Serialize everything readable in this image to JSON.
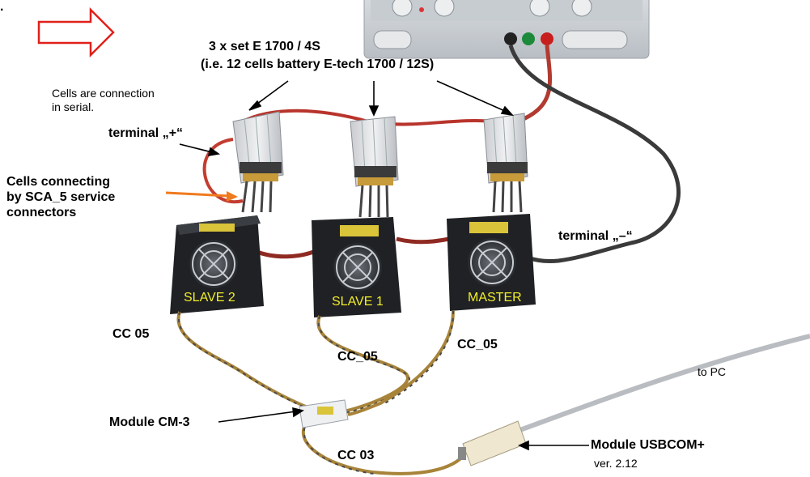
{
  "labels": {
    "set_title_line1": "3 x set E 1700 / 4S",
    "set_title_line2": "(i.e. 12 cells battery E-tech 1700 / 12S)",
    "cells_note_line1": "Cells are connection",
    "cells_note_line2": "in serial.",
    "terminal_plus": "terminal „+“",
    "cells_connecting_line1": "Cells connecting",
    "cells_connecting_line2": "by SCA_5 service",
    "cells_connecting_line3": "connectors",
    "terminal_minus": "terminal „–“",
    "cc05_left": "CC  05",
    "cc05_mid": "CC_05",
    "cc05_right": "CC_05",
    "module_cm3": "Module CM-3",
    "cc03": "CC  03",
    "to_pc": "to PC",
    "module_usbcom": "Module USBCOM+",
    "usbcom_version": "ver. 2.12",
    "box_slave2": "SLAVE 2",
    "box_slave1": "SLAVE 1",
    "box_master": "MASTER",
    "top_dot": "."
  },
  "colors": {
    "arrow_red": "#e0201a",
    "orange_arrow": "#f07a1e",
    "box_label_yellow": "#f2ee2a"
  }
}
